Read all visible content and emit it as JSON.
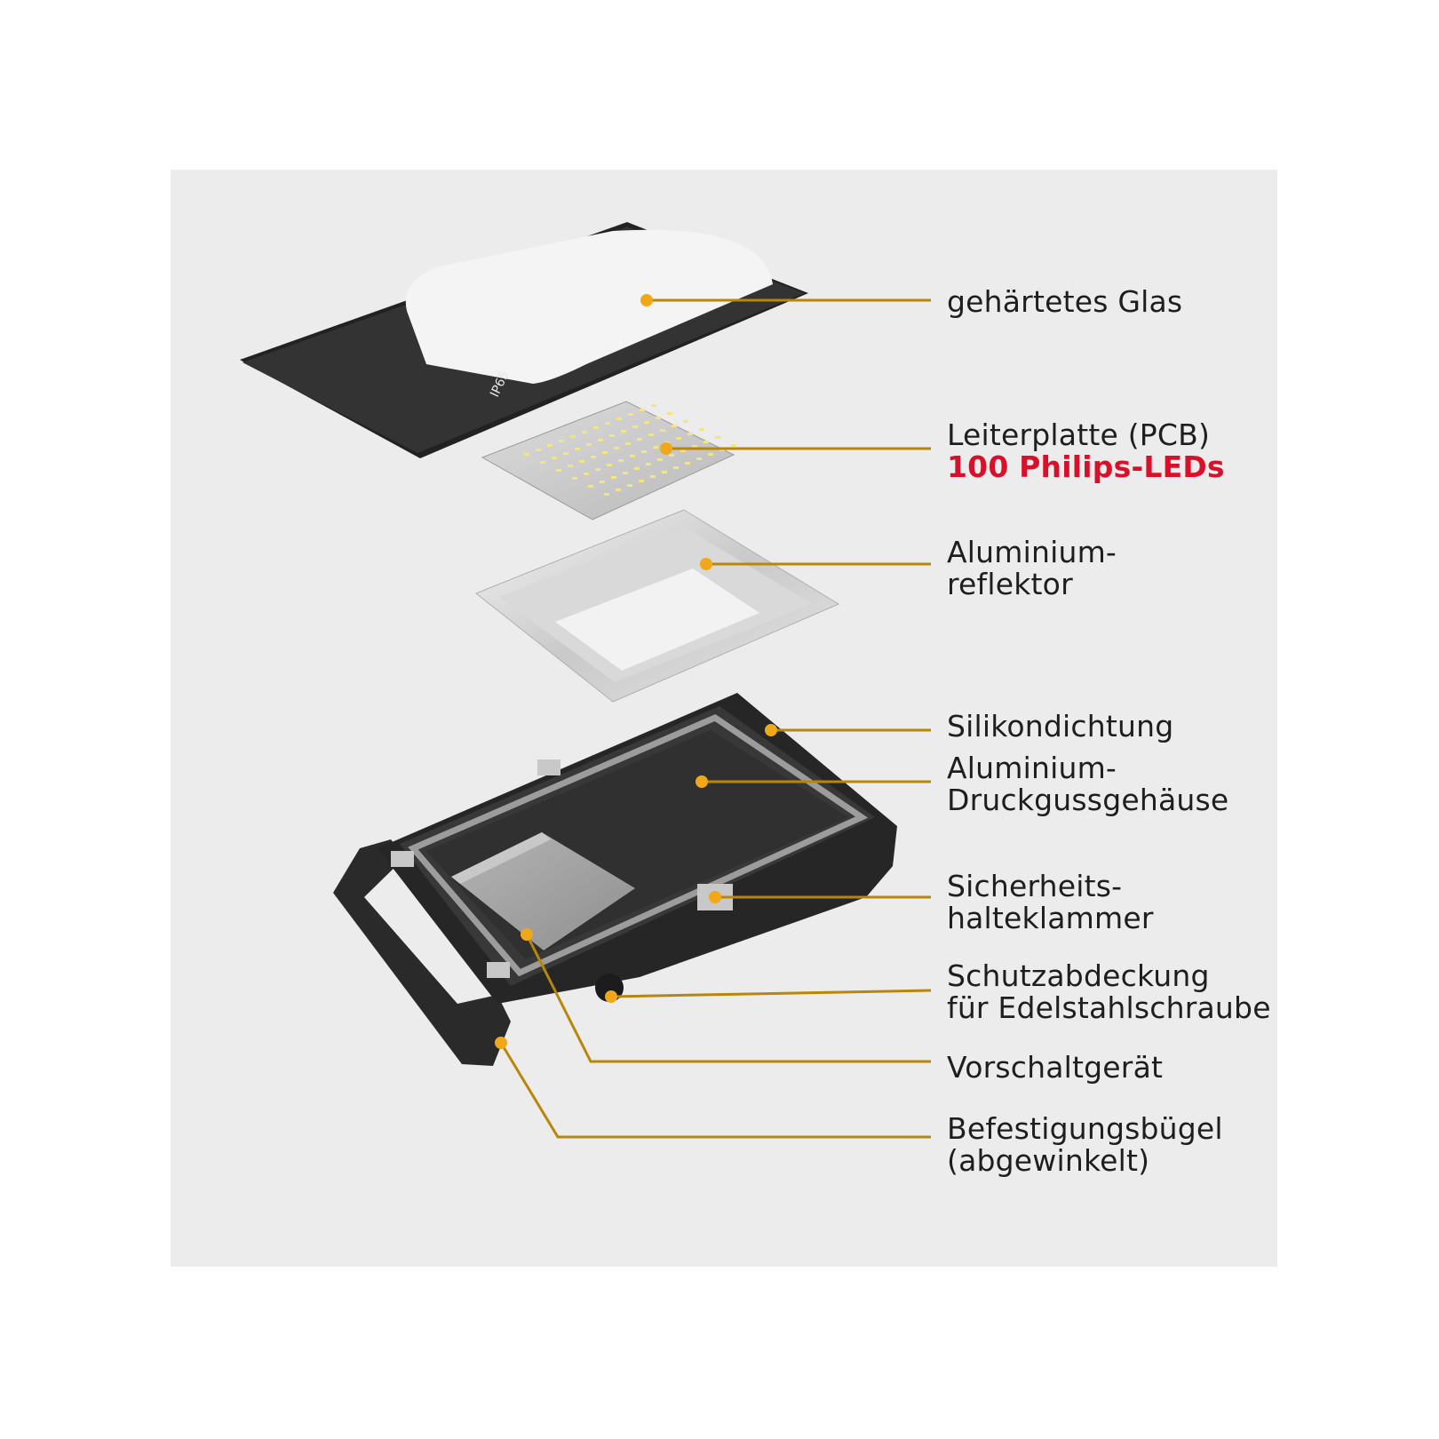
{
  "theme": {
    "background": "#ececec",
    "leader_color": "#b8860b",
    "dot_color": "#f0a818",
    "housing_color": "#2b2b2b",
    "highlight_color": "#d8102a"
  },
  "glass_marking": "IP65",
  "labels": [
    {
      "id": "glass",
      "lines": [
        "gehärtetes Glas"
      ]
    },
    {
      "id": "pcb",
      "lines": [
        "Leiterplatte (PCB)"
      ],
      "highlight": "100 Philips-LEDs"
    },
    {
      "id": "reflector",
      "lines": [
        "Aluminium-",
        "reflektor"
      ]
    },
    {
      "id": "gasket",
      "lines": [
        "Silikondichtung"
      ]
    },
    {
      "id": "housing",
      "lines": [
        "Aluminium-",
        "Druckgussgehäuse"
      ]
    },
    {
      "id": "clip",
      "lines": [
        "Sicherheits-",
        "halteklammer"
      ]
    },
    {
      "id": "screw-cover",
      "lines": [
        "Schutzabdeckung",
        "für Edelstahlschraube"
      ]
    },
    {
      "id": "driver",
      "lines": [
        "Vorschaltgerät"
      ]
    },
    {
      "id": "bracket",
      "lines": [
        "Befestigungsbügel",
        "(abgewinkelt)"
      ]
    }
  ]
}
